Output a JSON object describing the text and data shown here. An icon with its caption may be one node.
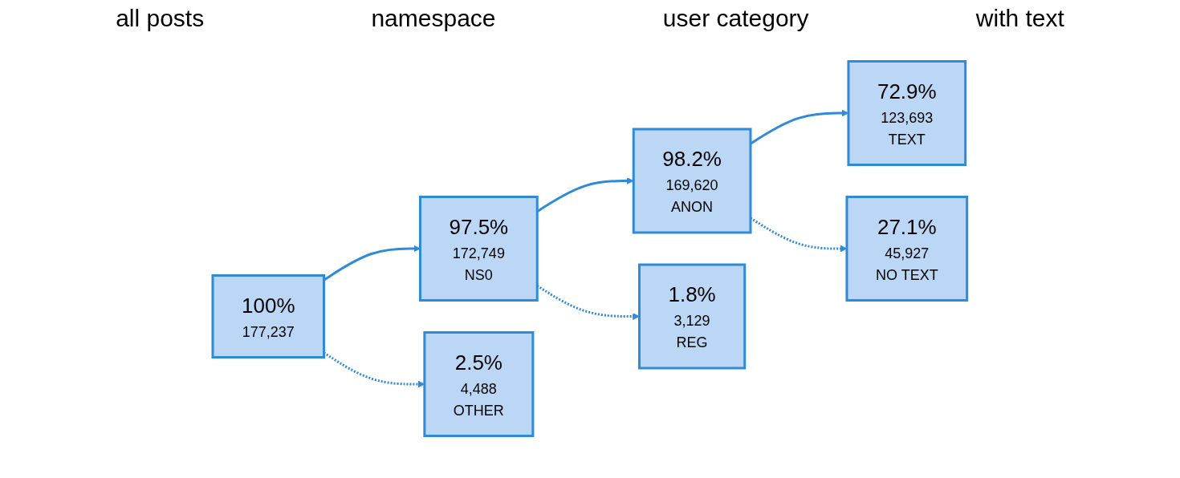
{
  "diagram": {
    "nodes": [
      {
        "text": [
          "100%",
          "177,237"
        ]
      },
      {
        "text": [
          "97.5%",
          "172,749",
          "NS0"
        ]
      },
      {
        "text": [
          "2.5%",
          "4,488",
          "OTHER"
        ]
      },
      {
        "text": [
          "98.2%",
          "169,620",
          "ANON"
        ]
      },
      {
        "text": [
          "1.8%",
          "3,129",
          "REG"
        ]
      },
      {
        "text": [
          "72.9%",
          "123,693",
          "TEXT"
        ]
      },
      {
        "text": [
          "27.1%",
          "45,927",
          "NO TEXT"
        ]
      }
    ],
    "edges": [
      {
        "from": 0,
        "to": 1,
        "arrow": "to"
      },
      {
        "from": 0,
        "to": 2,
        "arrow": "to",
        "style": "dashed"
      },
      {
        "from": 1,
        "to": 3,
        "arrow": "to"
      },
      {
        "from": 1,
        "to": 4,
        "arrow": "to",
        "style": "dashed"
      },
      {
        "from": 3,
        "to": 5,
        "arrow": "to"
      },
      {
        "from": 3,
        "to": 6,
        "arrow": "to",
        "style": "dashed"
      }
    ],
    "labels": [
      "all posts",
      "namespace",
      "user category",
      "with text"
    ]
  }
}
